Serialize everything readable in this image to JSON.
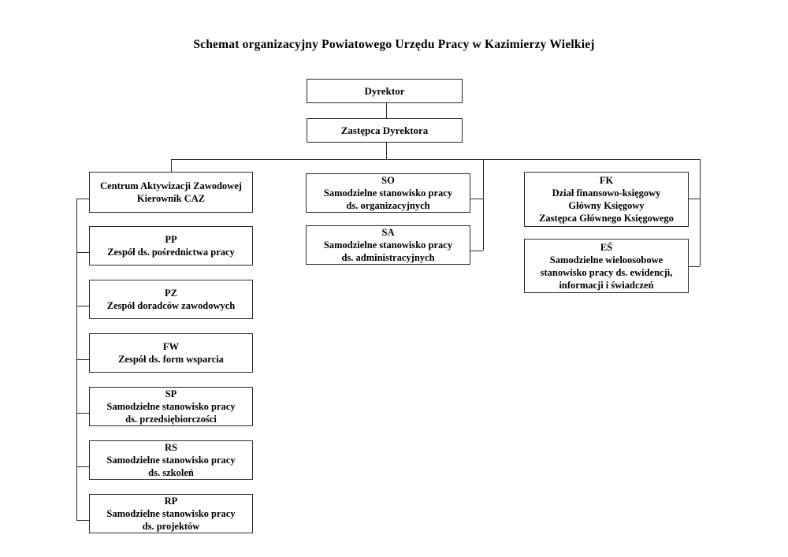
{
  "title": "Schemat organizacyjny Powiatowego Urzędu Pracy w Kazimierzy Wielkiej",
  "colors": {
    "background": "#ffffff",
    "border": "#2a2a2a",
    "text": "#000000"
  },
  "nodes": {
    "dyrektor": {
      "lines": [
        "Dyrektor"
      ]
    },
    "zastepca": {
      "lines": [
        "Zastępca Dyrektora"
      ]
    },
    "caz": {
      "lines": [
        "Centrum Aktywizacji Zawodowej",
        "Kierownik CAZ"
      ]
    },
    "pp": {
      "lines": [
        "PP",
        "Zespół ds. pośrednictwa pracy"
      ]
    },
    "pz": {
      "lines": [
        "PZ",
        "Zespół doradców zawodowych"
      ]
    },
    "fw": {
      "lines": [
        "FW",
        "Zespół ds. form wsparcia"
      ]
    },
    "sp": {
      "lines": [
        "SP",
        "Samodzielne stanowisko pracy",
        "ds. przedsiębiorczości"
      ]
    },
    "rs": {
      "lines": [
        "RS",
        "Samodzielne stanowisko pracy",
        "ds. szkoleń"
      ]
    },
    "rp": {
      "lines": [
        "RP",
        "Samodzielne stanowisko pracy",
        "ds. projektów"
      ]
    },
    "so": {
      "lines": [
        "SO",
        "Samodzielne stanowisko pracy",
        "ds. organizacyjnych"
      ]
    },
    "sa": {
      "lines": [
        "SA",
        "Samodzielne stanowisko pracy",
        "ds. administracyjnych"
      ]
    },
    "fk": {
      "lines": [
        "FK",
        "Dział finansowo-księgowy",
        "Główny Księgowy",
        "Zastępca Głównego Księgowego"
      ]
    },
    "es": {
      "lines": [
        "EŚ",
        "Samodzielne wieloosobowe",
        "stanowisko pracy ds. ewidencji,",
        "informacji i świadczeń"
      ]
    }
  }
}
